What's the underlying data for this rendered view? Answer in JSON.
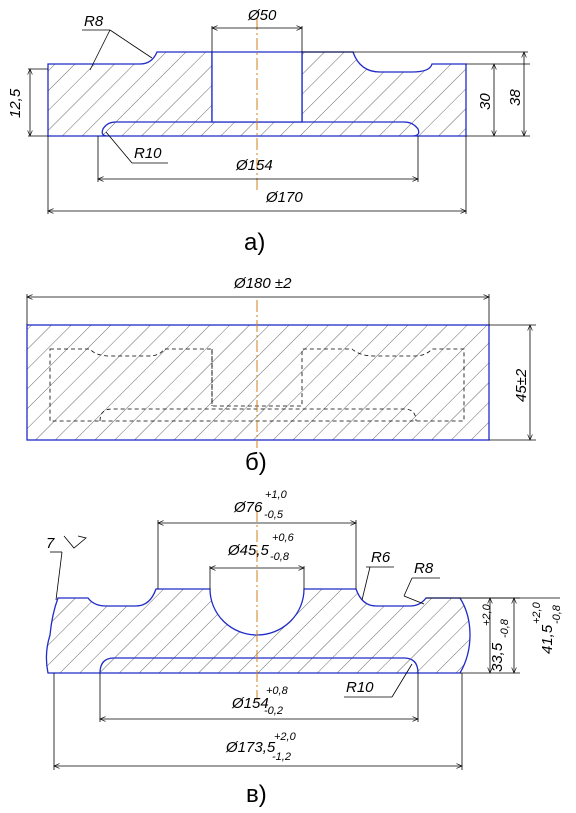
{
  "figure_a": {
    "caption": "а)",
    "dims": {
      "bore": "Ø50",
      "fillet_top": "R8",
      "fillet_bottom": "R10",
      "left_height": "12,5",
      "height_inner": "30",
      "height_outer": "38",
      "cavity_width": "Ø154",
      "outer_width": "Ø170"
    }
  },
  "figure_b": {
    "caption": "б)",
    "dims": {
      "width": "Ø180 ±2",
      "height": "45±2"
    }
  },
  "figure_c": {
    "caption": "в)",
    "roughness": "7",
    "dims": {
      "boss": {
        "main": "Ø76",
        "upper": "+1,0",
        "lower": "-0,5"
      },
      "hole": {
        "main": "Ø45,5",
        "upper": "+0,6",
        "lower": "-0,8"
      },
      "fillet_small": "R6",
      "fillet_top": "R8",
      "fillet_bottom": "R10",
      "h_inner": {
        "main": "33,5",
        "upper": "+2,0",
        "lower": "-0,8"
      },
      "h_outer": {
        "main": "41,5",
        "upper": "+2,0",
        "lower": "-0,8"
      },
      "cavity": {
        "main": "Ø154",
        "upper": "+0,8",
        "lower": "-0,2"
      },
      "outer": {
        "main": "Ø173,5",
        "upper": "+2,0",
        "lower": "-1,2"
      }
    }
  }
}
